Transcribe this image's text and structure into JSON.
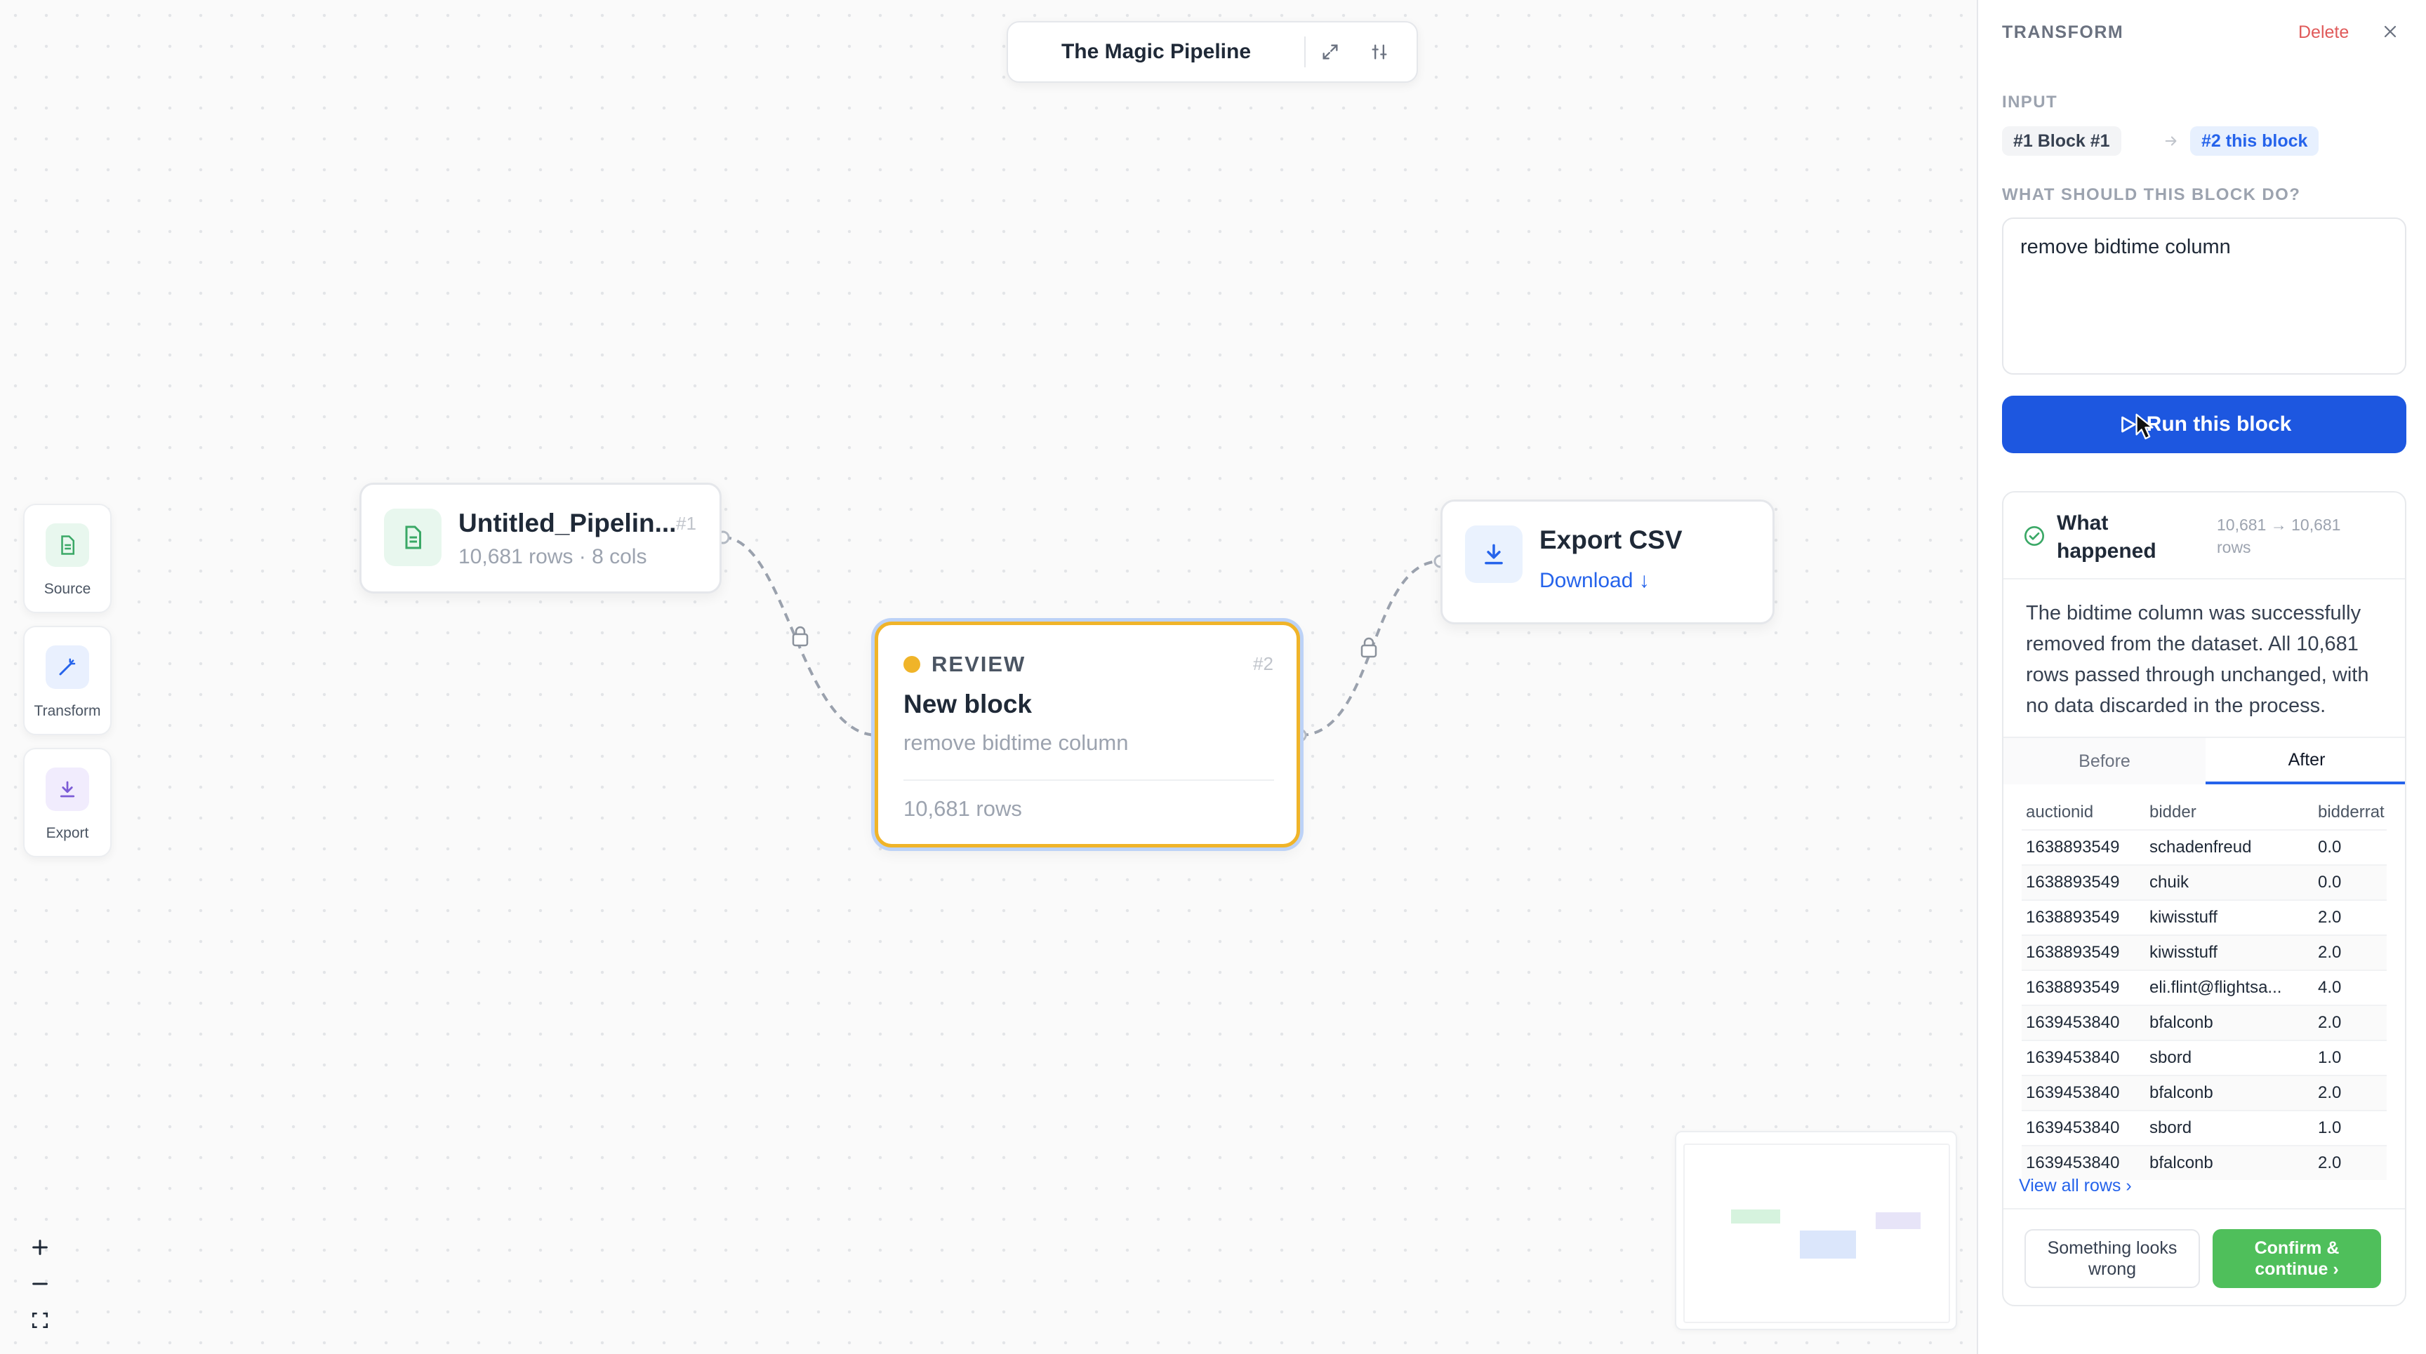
{
  "header": {
    "title": "The Magic Pipeline"
  },
  "toolbar": {
    "items": [
      {
        "label": "Source",
        "icon": "file-sheet-icon"
      },
      {
        "label": "Transform",
        "icon": "magic-wand-icon"
      },
      {
        "label": "Export",
        "icon": "download-icon"
      }
    ]
  },
  "zoom": {
    "in": "+",
    "out": "–",
    "fit": "⛶"
  },
  "nodes": {
    "source": {
      "name": "Untitled_Pipelin...",
      "meta": "10,681 rows · 8 cols",
      "num": "#1"
    },
    "transform": {
      "status": "REVIEW",
      "num": "#2",
      "name": "New block",
      "description": "remove bidtime column",
      "rows": "10,681 rows",
      "status_color": "#f0b429"
    },
    "export": {
      "name": "Export CSV",
      "download": "Download ↓"
    }
  },
  "panel": {
    "heading": "TRANSFORM",
    "delete_label": "Delete",
    "input_label": "INPUT",
    "chip_from": "#1 Block #1",
    "chip_to": "#2 this block",
    "prompt_label": "WHAT SHOULD THIS BLOCK DO?",
    "prompt_value": "remove bidtime column",
    "run_label": "Run this block",
    "result": {
      "title_line1": "What",
      "title_line2": "happened",
      "meta_line1": "10,681 → 10,681",
      "meta_line2": "rows",
      "summary": "The bidtime column was successfully removed from the dataset. All 10,681 rows passed through unchanged, with no data discarded in the process.",
      "tabs": [
        "Before",
        "After"
      ],
      "active_tab": "After",
      "columns": [
        "auctionid",
        "bidder",
        "bidderrat"
      ],
      "rows": [
        [
          "1638893549",
          "schadenfreud",
          "0.0"
        ],
        [
          "1638893549",
          "chuik",
          "0.0"
        ],
        [
          "1638893549",
          "kiwisstuff",
          "2.0"
        ],
        [
          "1638893549",
          "kiwisstuff",
          "2.0"
        ],
        [
          "1638893549",
          "eli.flint@flightsa...",
          "4.0"
        ],
        [
          "1639453840",
          "bfalconb",
          "2.0"
        ],
        [
          "1639453840",
          "sbord",
          "1.0"
        ],
        [
          "1639453840",
          "bfalconb",
          "2.0"
        ],
        [
          "1639453840",
          "sbord",
          "1.0"
        ],
        [
          "1639453840",
          "bfalconb",
          "2.0"
        ]
      ],
      "view_all": "View all rows ›",
      "wrong_line1": "Something looks",
      "wrong_line2": "wrong",
      "confirm_line1": "Confirm &",
      "confirm_line2": "continue ›"
    }
  },
  "colors": {
    "accent": "#1d57e0",
    "confirm": "#4fbf5b",
    "review": "#f0b429",
    "delete": "#e05a5a"
  }
}
